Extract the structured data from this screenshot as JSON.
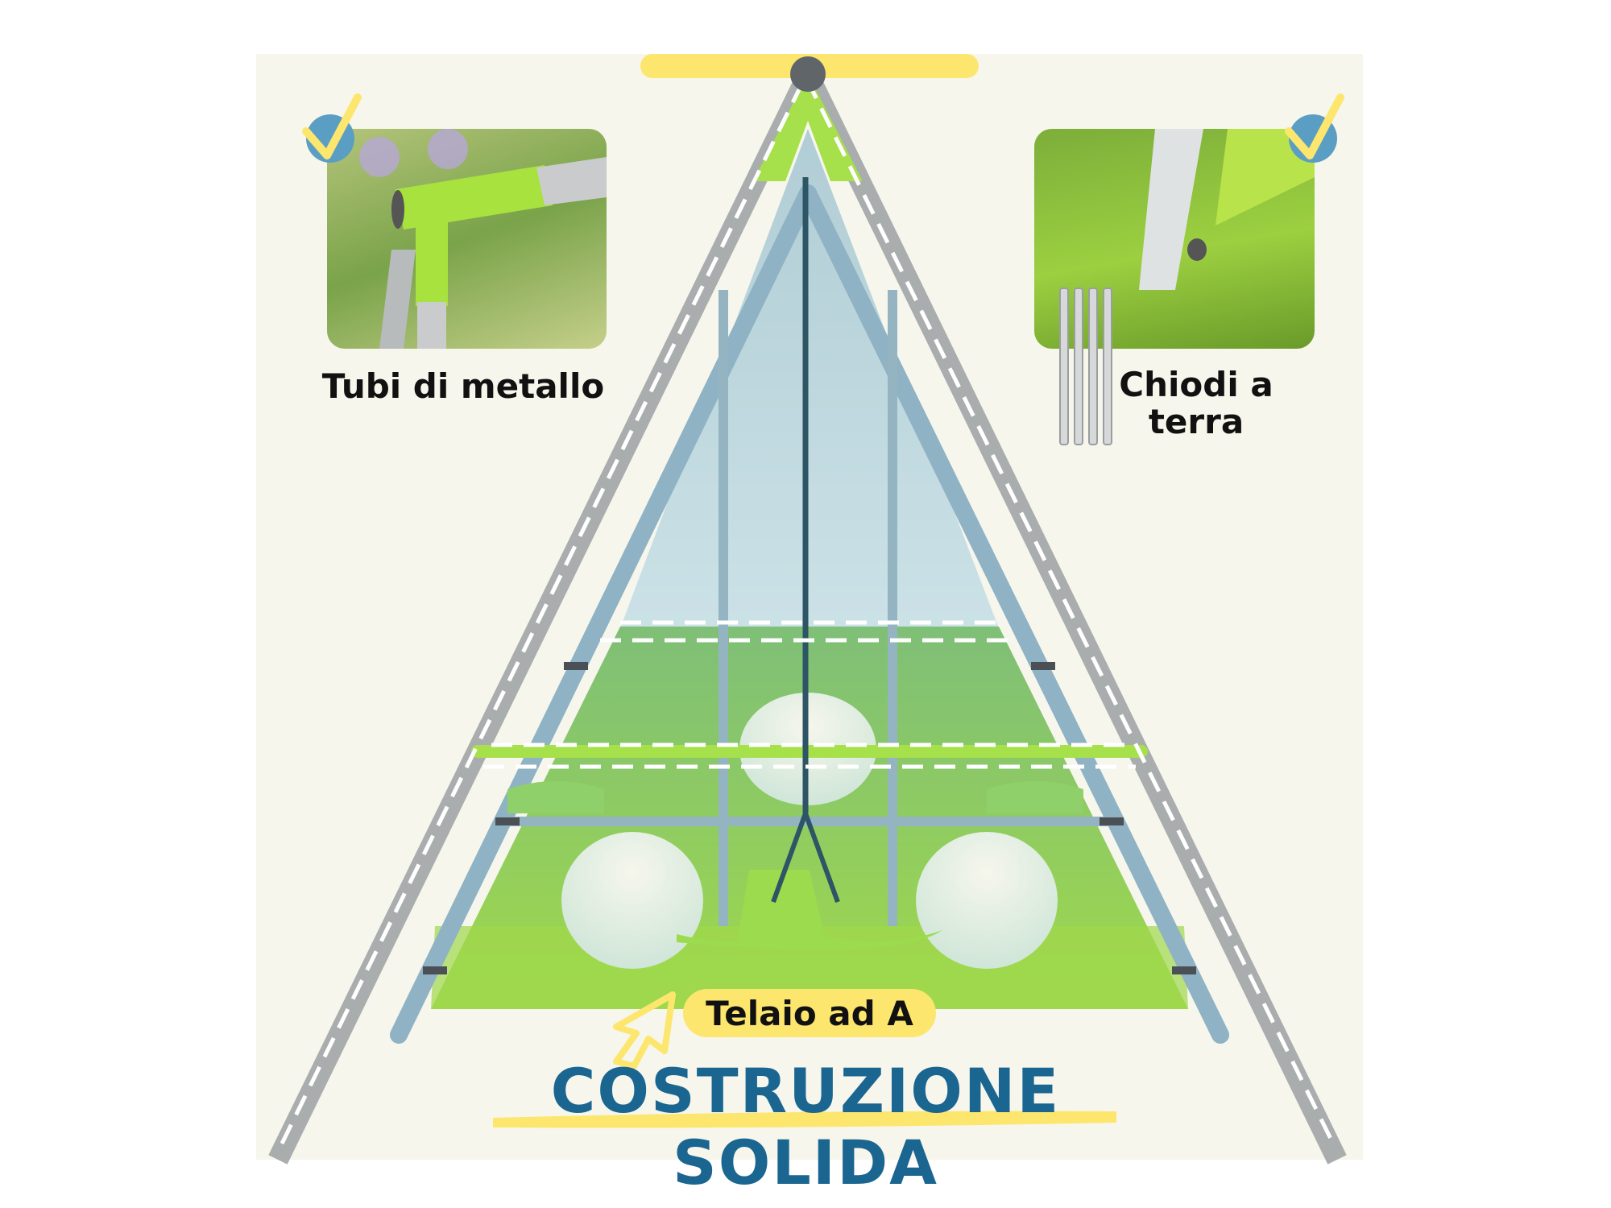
{
  "features": [
    {
      "label": "Tubi di metallo",
      "icon": "check-icon"
    },
    {
      "label_line1": "Chiodi a",
      "label_line2": "terra",
      "icon": "check-icon"
    }
  ],
  "frame_badge": "Telaio ad A",
  "headline": "COSTRUZIONE SOLIDA",
  "colors": {
    "background": "#f6f6ec",
    "accent_yellow": "#fde66e",
    "headline_blue": "#1a6691",
    "lime": "#a6e04a",
    "frame_gray": "#a9adae"
  }
}
